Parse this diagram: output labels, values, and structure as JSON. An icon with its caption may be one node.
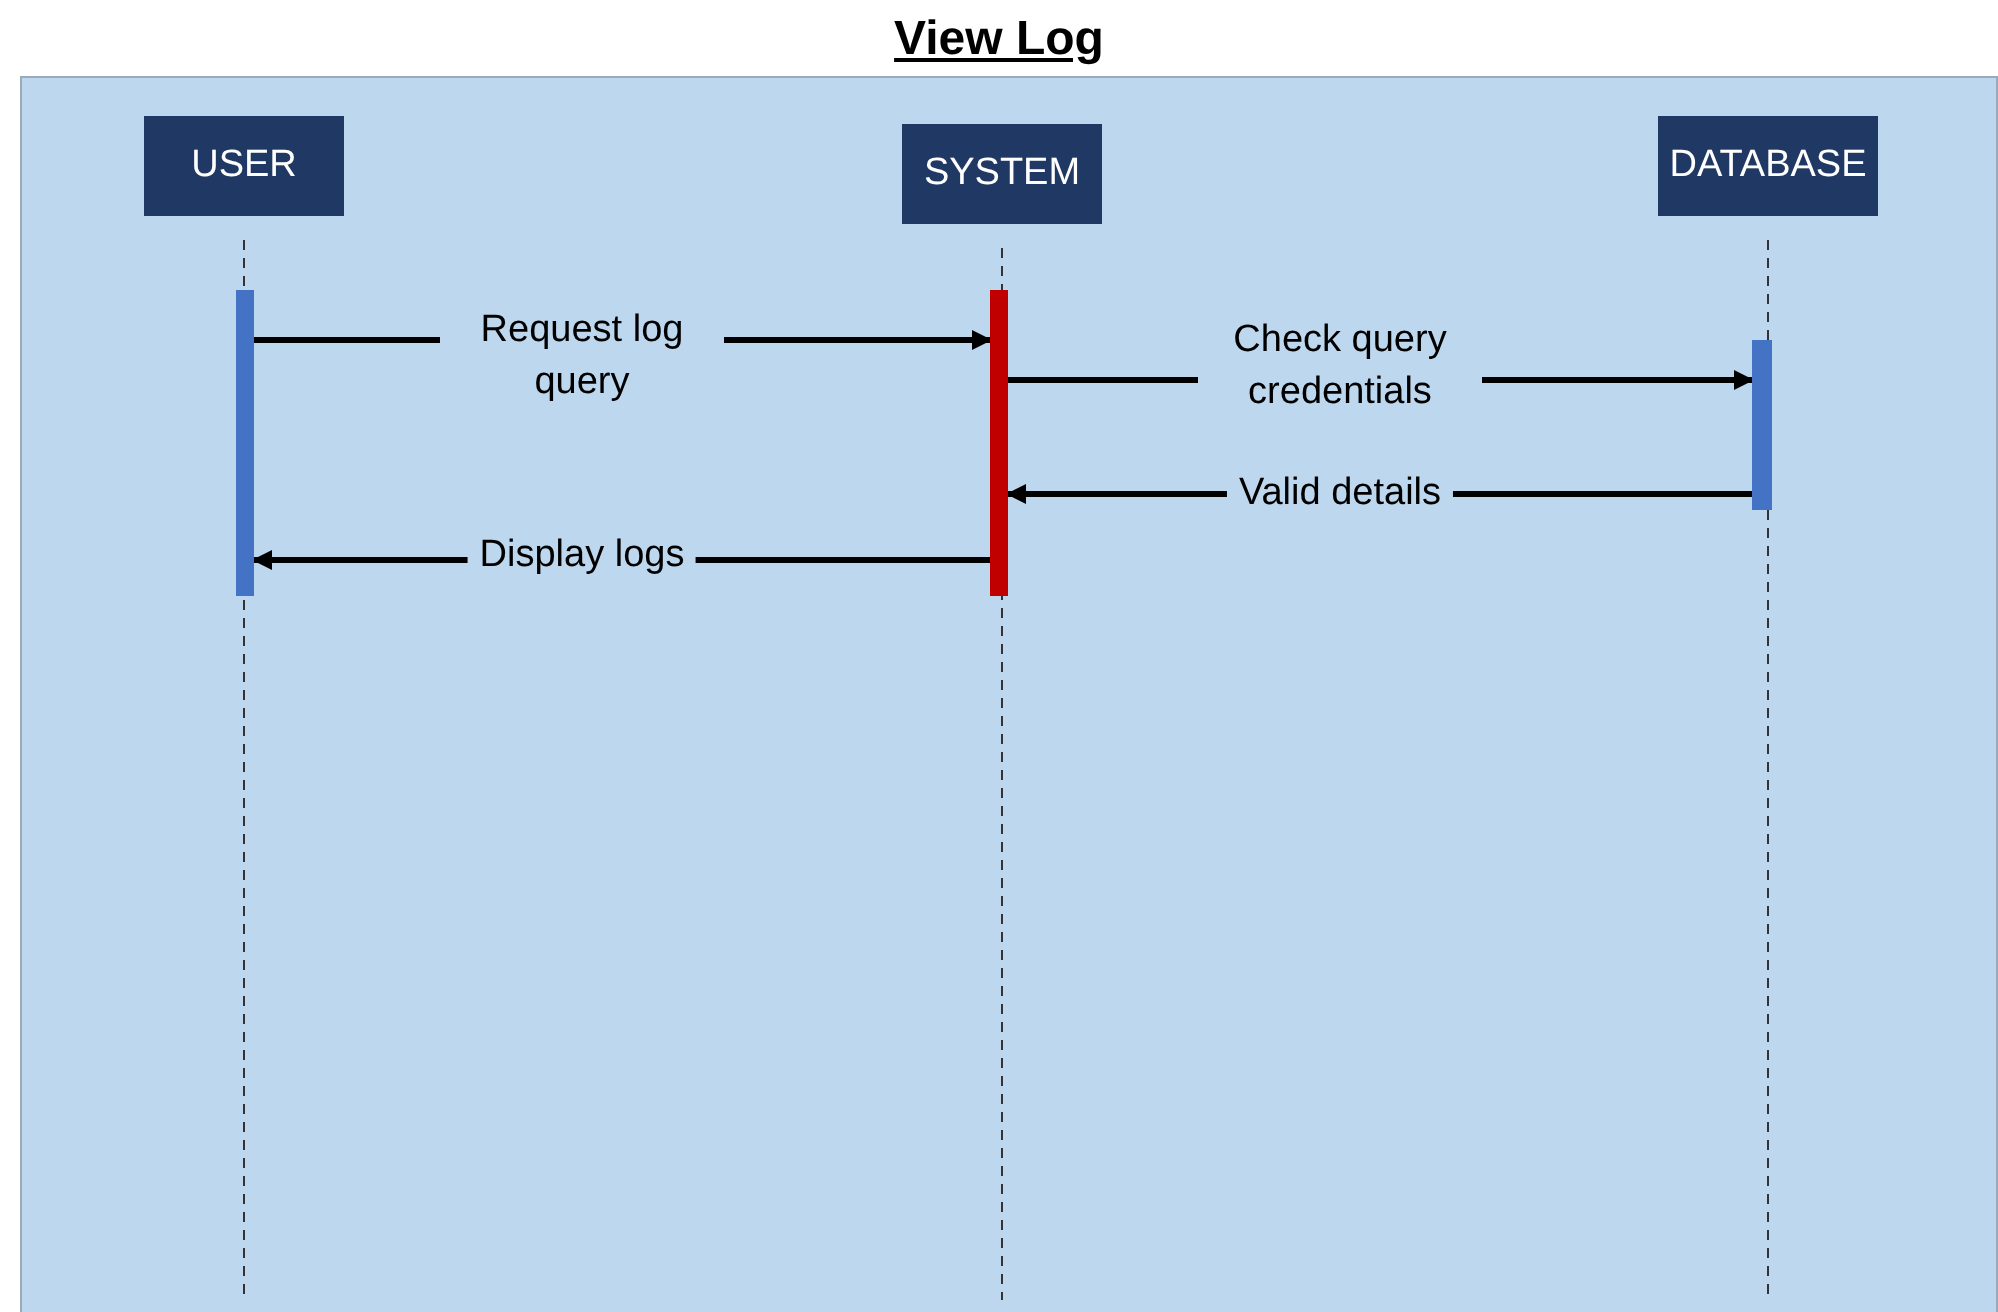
{
  "diagram": {
    "title": "View Log",
    "nodes": [
      {
        "text": [
          "USER"
        ]
      },
      {
        "text": [
          "SYSTEM"
        ]
      },
      {
        "text": [
          "DATABASE"
        ]
      },
      {
        "text": [],
        "shape": "bar"
      },
      {
        "text": [],
        "shape": "bar"
      },
      {
        "text": [],
        "shape": "bar"
      }
    ],
    "edges": [
      {
        "from": 3,
        "to": 4,
        "arrow": "to",
        "label": "Request log query"
      },
      {
        "from": 4,
        "to": 5,
        "arrow": "to",
        "label": "Check query credentials"
      },
      {
        "from": 5,
        "to": 4,
        "arrow": "to",
        "label": "Valid details"
      },
      {
        "from": 4,
        "to": 3,
        "arrow": "to",
        "label": "Display logs"
      }
    ]
  }
}
